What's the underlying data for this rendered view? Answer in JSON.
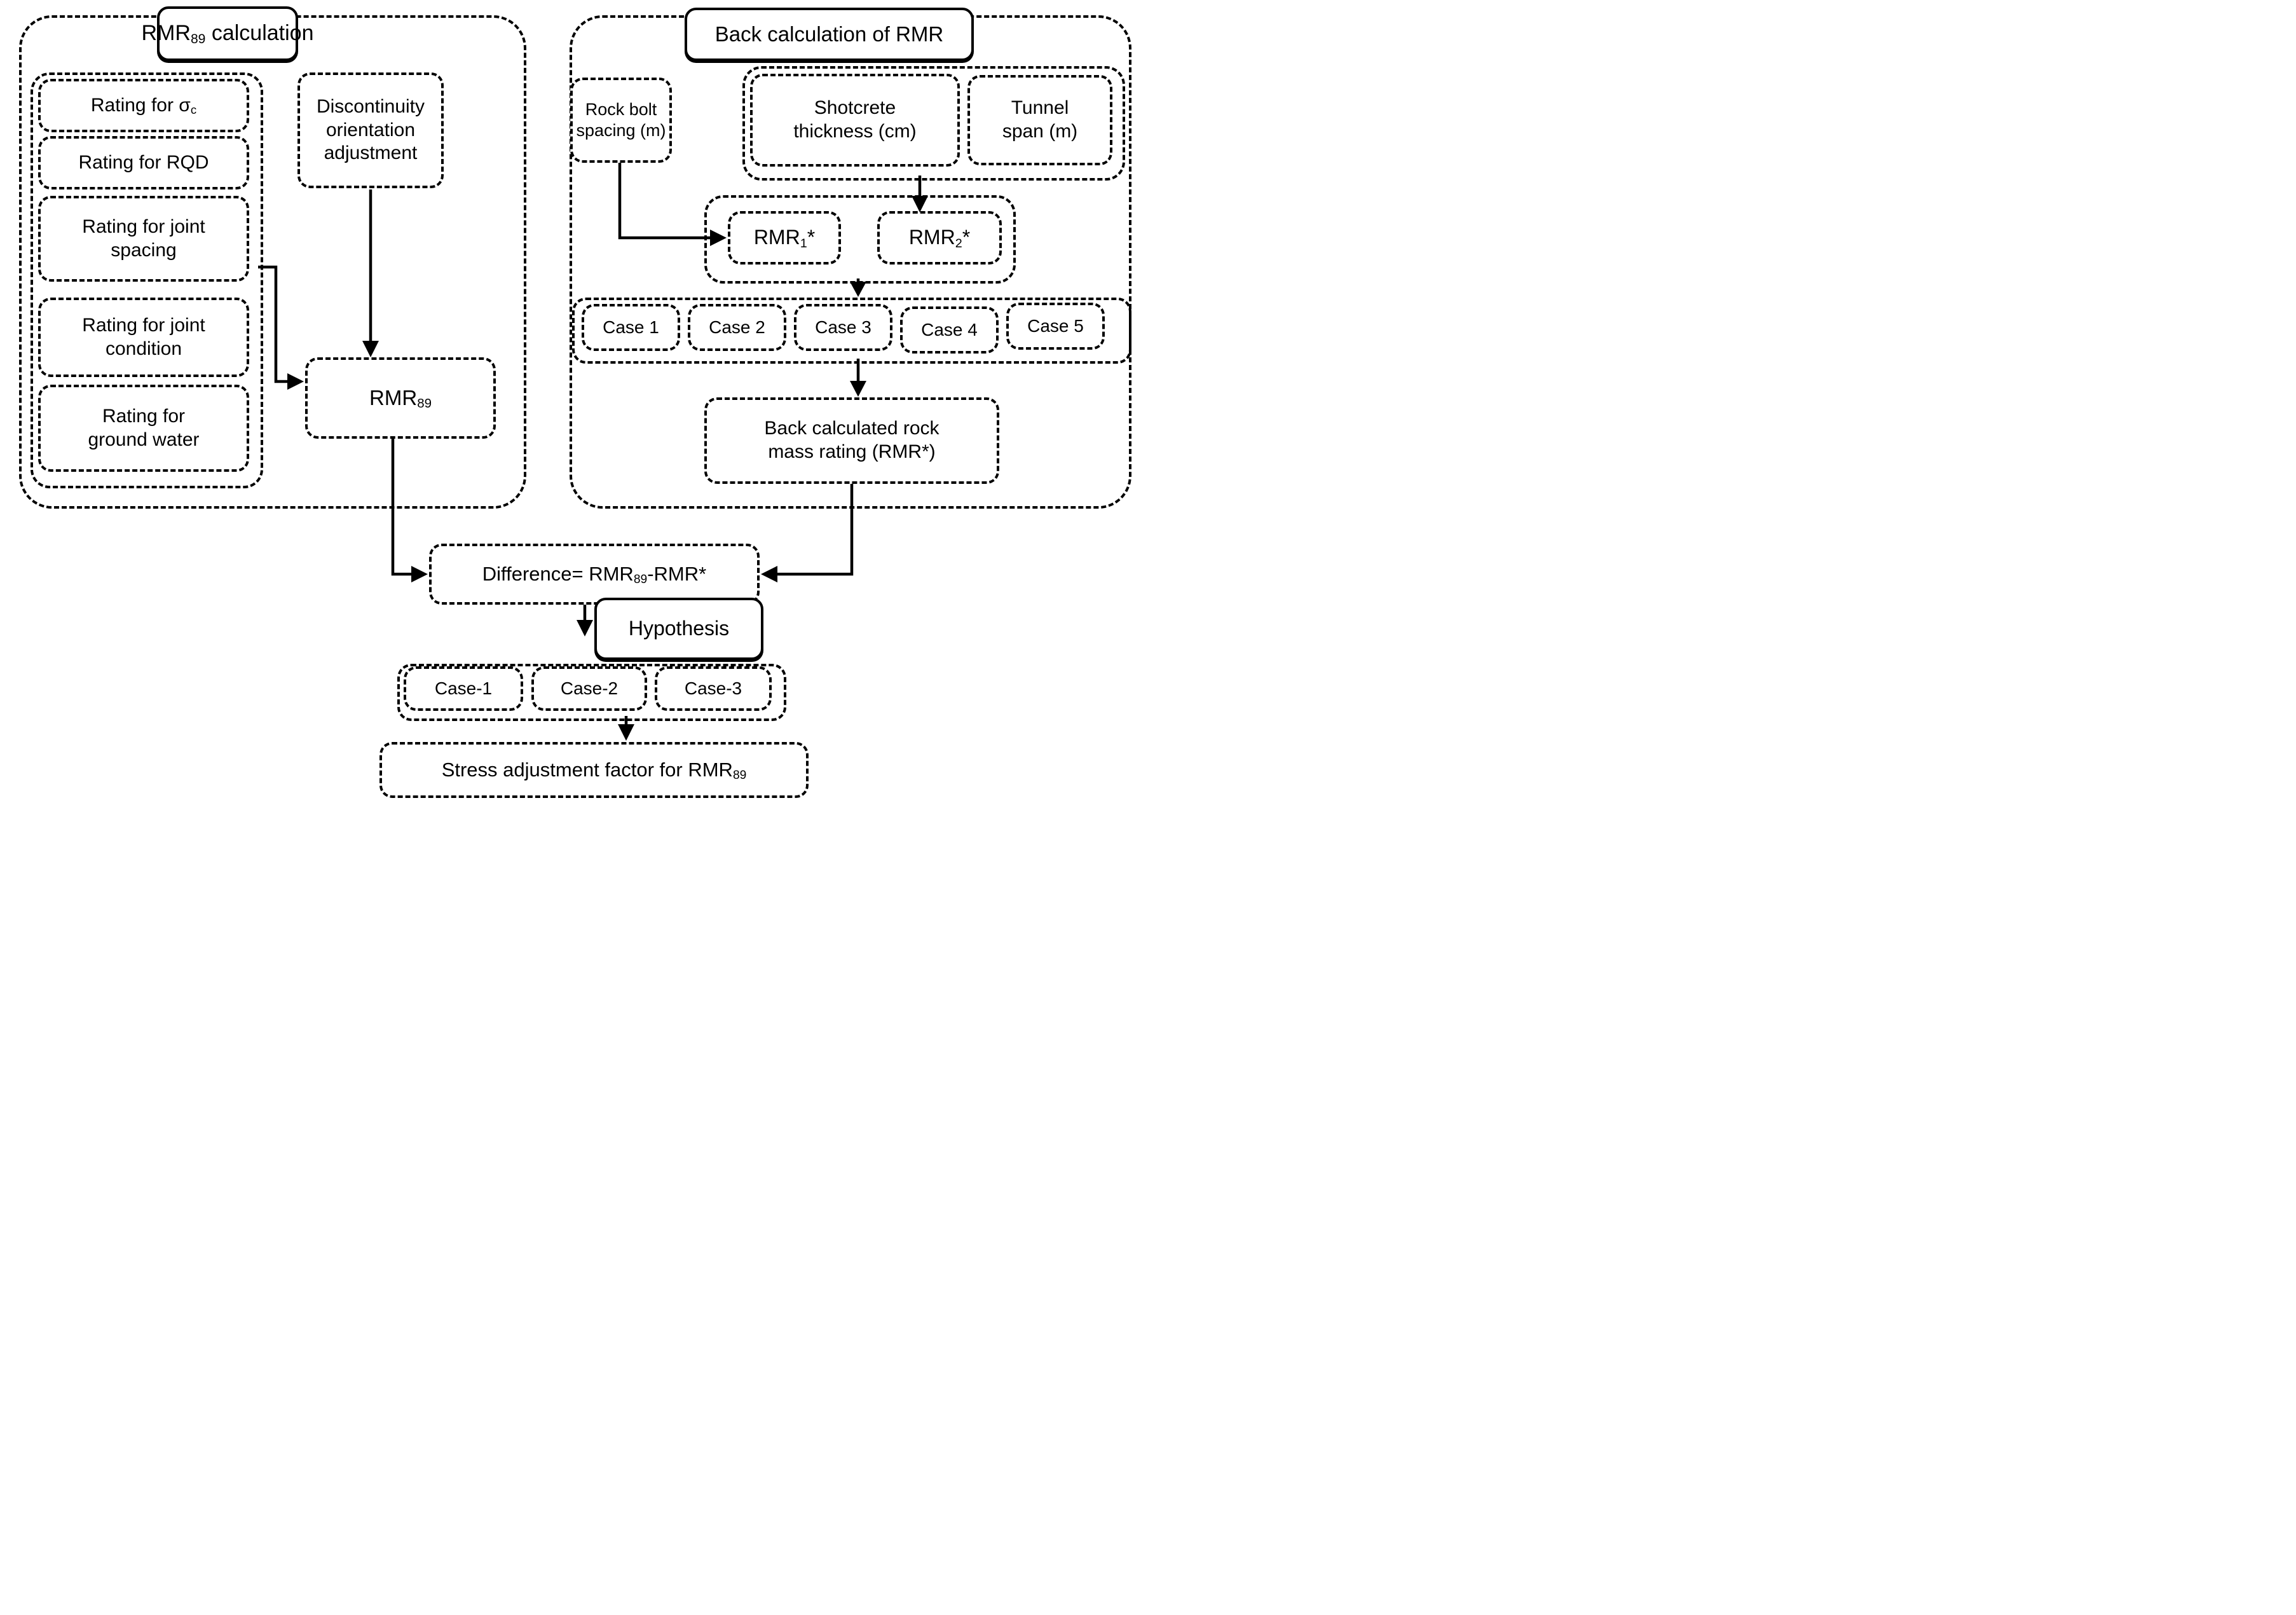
{
  "colors": {
    "ink": "#000000",
    "paper": "#ffffff"
  },
  "diagram": {
    "left_group": {
      "title": {
        "pre": "RMR",
        "sub": "89",
        "post": " calculation"
      },
      "ratings": [
        {
          "lines": [
            {
              "pre": "Rating for σ",
              "sub": "c"
            }
          ]
        },
        {
          "lines": [
            {
              "pre": "Rating for RQD"
            }
          ]
        },
        {
          "lines": [
            {
              "pre": "Rating for joint"
            },
            {
              "pre": "spacing"
            }
          ]
        },
        {
          "lines": [
            {
              "pre": "Rating for joint"
            },
            {
              "pre": "condition"
            }
          ]
        },
        {
          "lines": [
            {
              "pre": "Rating for"
            },
            {
              "pre": "ground water"
            }
          ]
        }
      ],
      "discontinuity": {
        "lines": [
          {
            "pre": "Discontinuity"
          },
          {
            "pre": "orientation"
          },
          {
            "pre": "adjustment"
          }
        ]
      },
      "rmr89": {
        "pre": "RMR",
        "sub": "89"
      }
    },
    "right_group": {
      "title": "Back calculation of RMR",
      "rock_bolt": {
        "lines": [
          {
            "pre": "Rock bolt"
          },
          {
            "pre": "spacing (m)"
          }
        ]
      },
      "shotcrete": {
        "lines": [
          {
            "pre": "Shotcrete"
          },
          {
            "pre": "thickness (cm)"
          }
        ]
      },
      "tunnel_span": {
        "lines": [
          {
            "pre": "Tunnel"
          },
          {
            "pre": "span (m)"
          }
        ]
      },
      "rmr1": {
        "pre": "RMR",
        "sub": "1",
        "post": "*"
      },
      "rmr2": {
        "pre": "RMR",
        "sub": "2",
        "post": "*"
      },
      "cases": [
        {
          "label": "Case 1"
        },
        {
          "label": "Case 2"
        },
        {
          "label": "Case 3"
        },
        {
          "label": "Case 4"
        },
        {
          "label": "Case 5"
        }
      ],
      "back_calculated": {
        "lines": [
          {
            "pre": "Back calculated rock"
          },
          {
            "pre": "mass rating (RMR*)"
          }
        ]
      }
    },
    "bottom": {
      "difference": {
        "pre": "Difference= RMR",
        "sub": "89",
        "post": "-RMR*"
      },
      "hypothesis": "Hypothesis",
      "hypothesis_cases": [
        {
          "label": "Case-1"
        },
        {
          "label": "Case-2"
        },
        {
          "label": "Case-3"
        }
      ],
      "stress": {
        "pre": "Stress adjustment factor for RMR",
        "sub": "89"
      }
    }
  }
}
